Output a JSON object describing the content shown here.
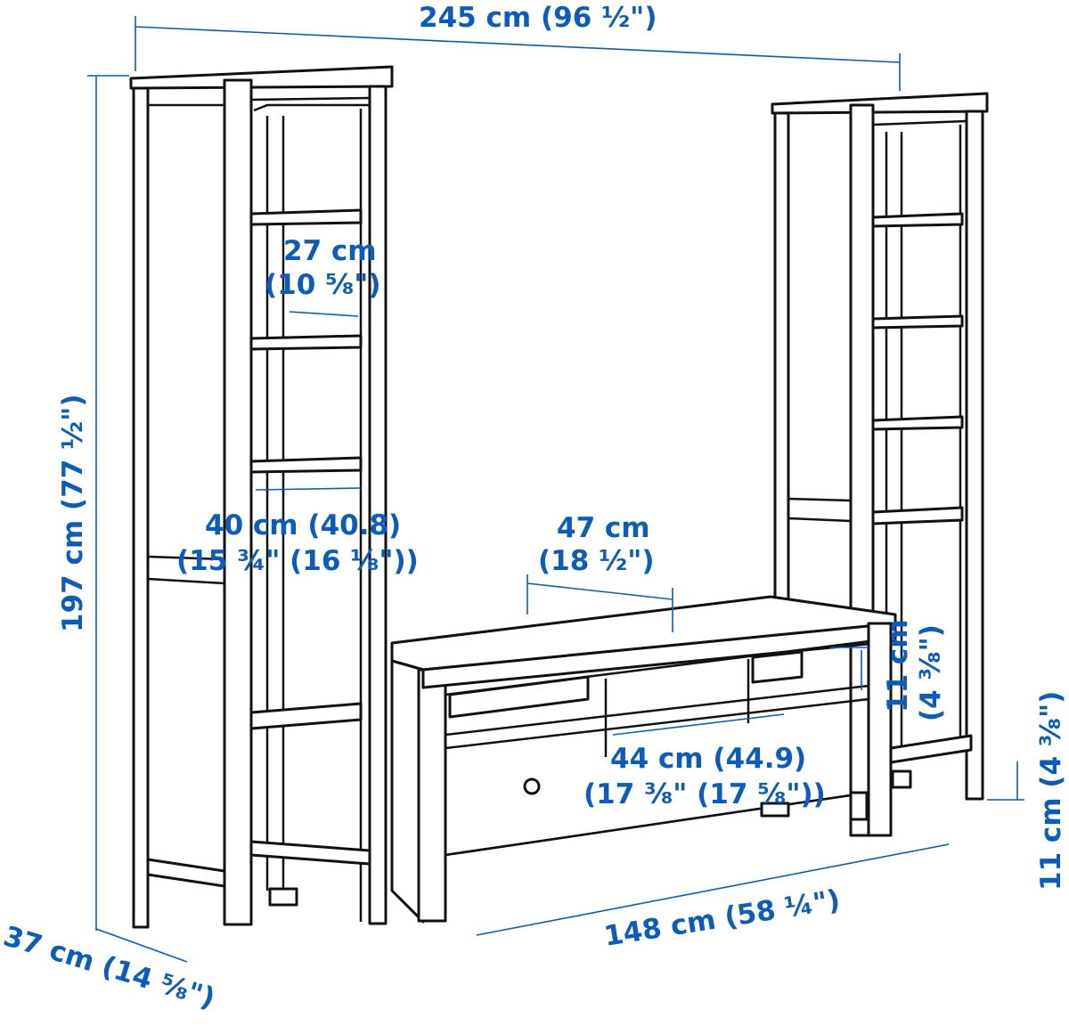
{
  "title": "TV storage combination dimensions",
  "accent_color": "#0b5cbf",
  "dimensions": {
    "total_width": "245 cm (96 ½\")",
    "height": "197 cm (77 ½\")",
    "depth": "37 cm (14 ⅝\")",
    "shelf_depth_cm": "27 cm",
    "shelf_depth_in": "(10 ⅝\")",
    "shelf_width_cm": "40 cm (40.8)",
    "shelf_width_in": "(15 ¾\" (16 ⅛\"))",
    "bench_depth_cm": "47 cm",
    "bench_depth_in": "(18 ½\")",
    "compartment_width_cm": "44 cm (44.9)",
    "compartment_width_in": "(17 ⅜\" (17 ⅝\"))",
    "compartment_height_cm": "11 cm",
    "compartment_height_in": "(4 ⅜\")",
    "leg_height": "11 cm (4 ⅜\")",
    "bench_width": "148 cm (58 ¼\")"
  }
}
